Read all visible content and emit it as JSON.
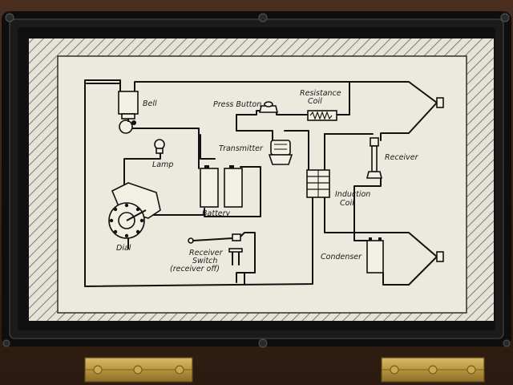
{
  "diagram": {
    "labels": {
      "bell": "Bell",
      "press_button": "Press Button",
      "resistance_coil_1": "Resistance",
      "resistance_coil_2": "Coil",
      "lamp": "Lamp",
      "transmitter": "Transmitter",
      "receiver": "Receiver",
      "battery": "Battery",
      "induction_coil_1": "Induction",
      "induction_coil_2": "Coil",
      "dial": "Dial",
      "receiver_switch_1": "Receiver",
      "receiver_switch_2": "Switch",
      "receiver_switch_3": "(receiver off)",
      "condenser": "Condenser"
    }
  },
  "colors": {
    "frame": "#121212",
    "wood": "#3a2418",
    "paper": "#e9e6dc",
    "ink": "#111111",
    "brass": "#b8963e"
  }
}
